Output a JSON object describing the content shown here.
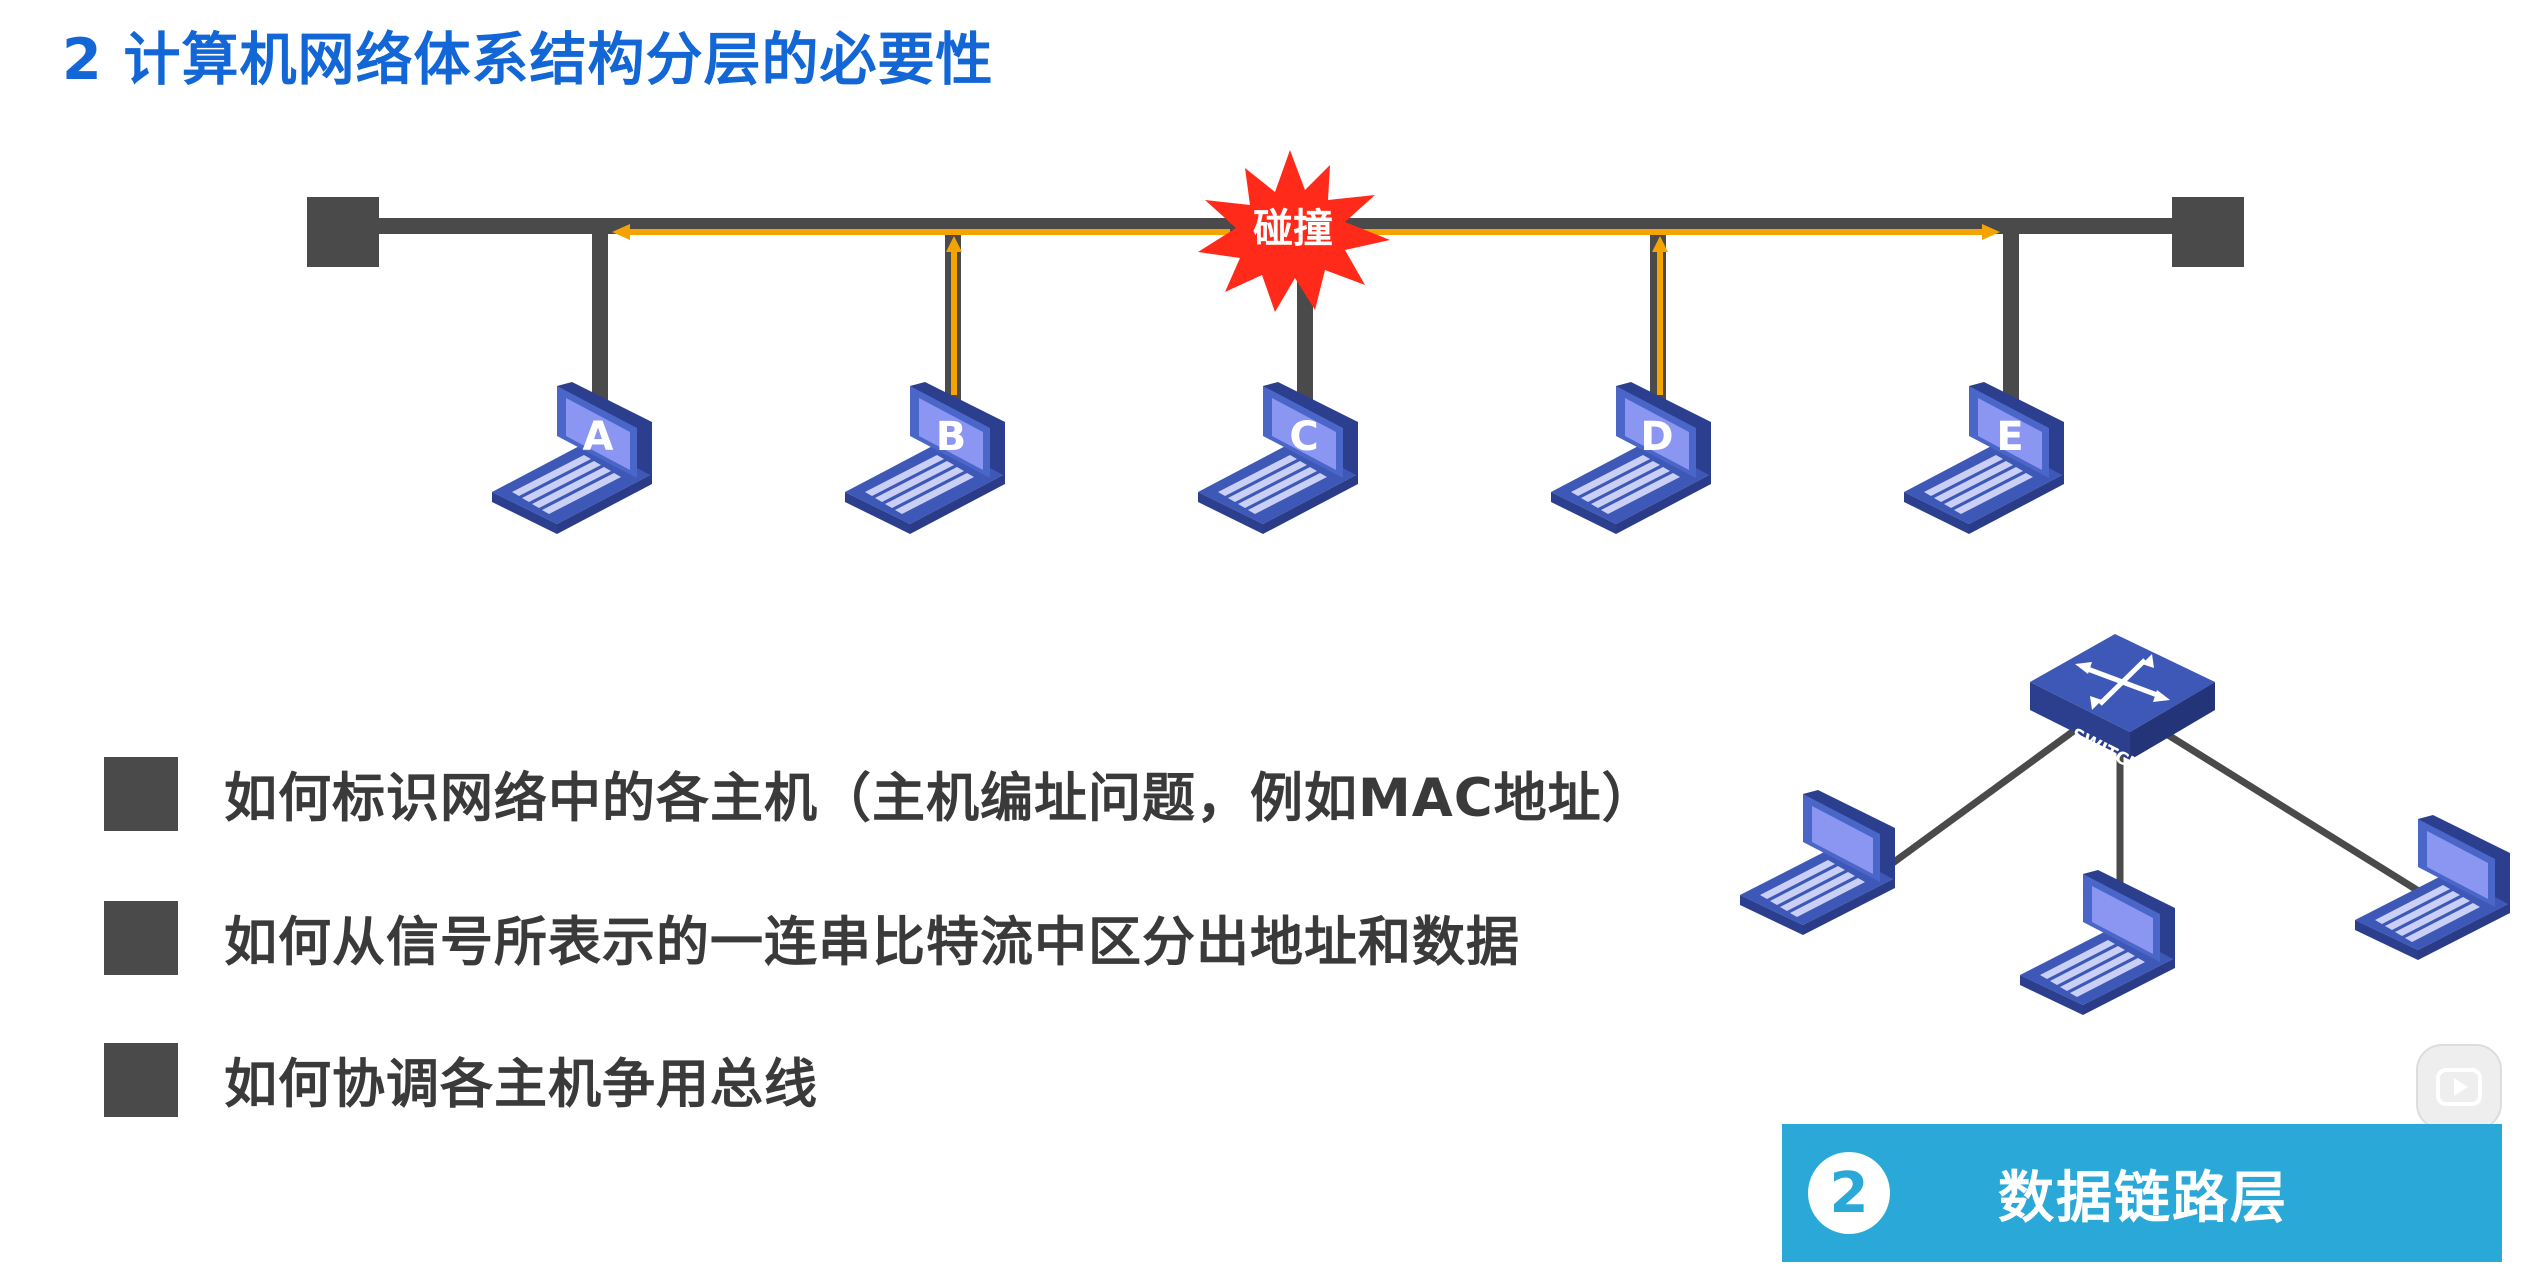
{
  "slide": {
    "title": "2 计算机网络体系结构分层的必要性"
  },
  "bus_diagram": {
    "collision_label": "碰撞",
    "hosts": [
      "A",
      "B",
      "C",
      "D",
      "E"
    ],
    "colors": {
      "bus": "#4a4a4a",
      "signal": "#f5a300",
      "collision": "#ff2a1a",
      "laptop": "#3e58b8",
      "screen": "#8b96f2"
    }
  },
  "bullets": [
    {
      "text": "如何标识网络中的各主机（主机编址问题，例如MAC地址）"
    },
    {
      "text": "如何从信号所表示的一连串比特流中区分出地址和数据"
    },
    {
      "text": "如何协调各主机争用总线"
    }
  ],
  "switch_diagram": {
    "switch_label": "SWITCH"
  },
  "layer_banner": {
    "number": "2",
    "name": "数据链路层",
    "color": "#2aa8d8"
  },
  "player": {
    "icon": "play-icon"
  }
}
